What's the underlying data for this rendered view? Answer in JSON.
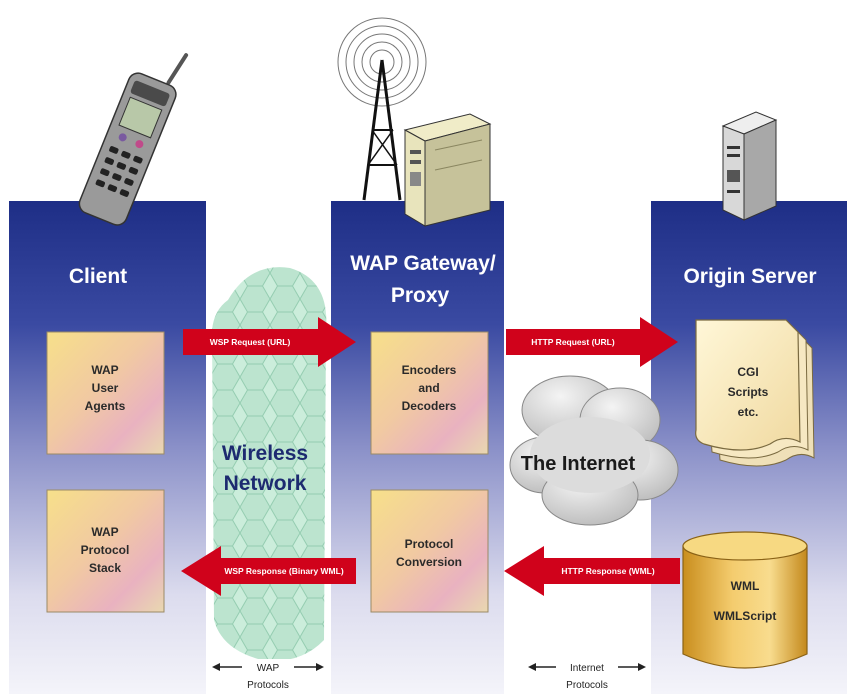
{
  "columns": {
    "client": {
      "title": "Client"
    },
    "gateway": {
      "title_line1": "WAP Gateway/",
      "title_line2": "Proxy"
    },
    "origin": {
      "title": "Origin Server"
    }
  },
  "boxes": {
    "wap_user_agents": [
      "WAP",
      "User",
      "Agents"
    ],
    "wap_protocol_stack": [
      "WAP",
      "Protocol",
      "Stack"
    ],
    "encoders_decoders": [
      "Encoders",
      "and",
      "Decoders"
    ],
    "protocol_conversion": [
      "Protocol",
      "Conversion"
    ],
    "cgi_scripts": [
      "CGI",
      "Scripts",
      "etc."
    ],
    "wml_db": [
      "WML",
      "WMLScript"
    ]
  },
  "arrows": {
    "wsp_request": "WSP Request (URL)",
    "wsp_response": "WSP Response (Binary WML)",
    "http_request": "HTTP Request (URL)",
    "http_response": "HTTP Response (WML)"
  },
  "networks": {
    "wireless": [
      "Wireless",
      "Network"
    ],
    "internet": "The Internet"
  },
  "protocols": {
    "wap": [
      "WAP",
      "Protocols"
    ],
    "internet": [
      "Internet",
      "Protocols"
    ]
  },
  "colors": {
    "panel_top": "#1e2e86",
    "panel_mid": "#7078c0",
    "panel_bottom": "#f2f2fa",
    "arrow": "#d0021b",
    "box_warm": "#f2c27a",
    "hex_fill": "#b9e6cf"
  }
}
